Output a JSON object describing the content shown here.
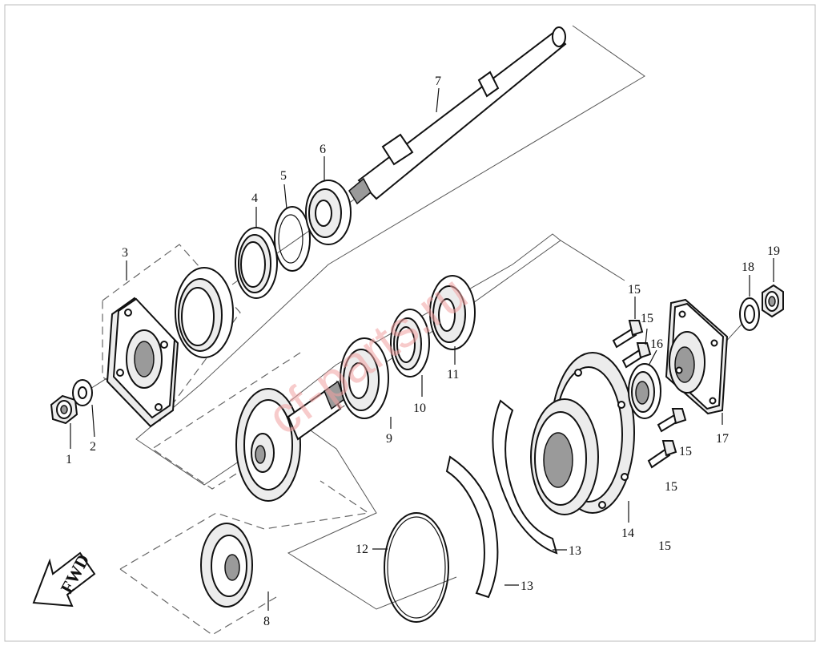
{
  "diagram": {
    "watermark": "cf-parts.ru",
    "direction_arrow_label": "FWD",
    "callouts": [
      "1",
      "2",
      "3",
      "4",
      "5",
      "6",
      "7",
      "8",
      "9",
      "10",
      "11",
      "12",
      "13",
      "13",
      "14",
      "15",
      "15",
      "15",
      "15",
      "15",
      "16",
      "17",
      "18",
      "19"
    ]
  },
  "parts": [
    {
      "id": "1",
      "kind": "nut"
    },
    {
      "id": "2",
      "kind": "washer"
    },
    {
      "id": "3",
      "kind": "flange-housing"
    },
    {
      "id": "4",
      "kind": "oil-seal"
    },
    {
      "id": "5",
      "kind": "circlip"
    },
    {
      "id": "6",
      "kind": "bearing"
    },
    {
      "id": "7",
      "kind": "drive-shaft"
    },
    {
      "id": "8",
      "kind": "bevel-gear-set"
    },
    {
      "id": "9",
      "kind": "bearing"
    },
    {
      "id": "10",
      "kind": "needle-bearing"
    },
    {
      "id": "11",
      "kind": "bearing"
    },
    {
      "id": "12",
      "kind": "o-ring"
    },
    {
      "id": "13",
      "kind": "shim"
    },
    {
      "id": "14",
      "kind": "gear-case-cover"
    },
    {
      "id": "15",
      "kind": "bolt"
    },
    {
      "id": "16",
      "kind": "oil-seal"
    },
    {
      "id": "17",
      "kind": "flange"
    },
    {
      "id": "18",
      "kind": "washer"
    },
    {
      "id": "19",
      "kind": "nut"
    }
  ]
}
